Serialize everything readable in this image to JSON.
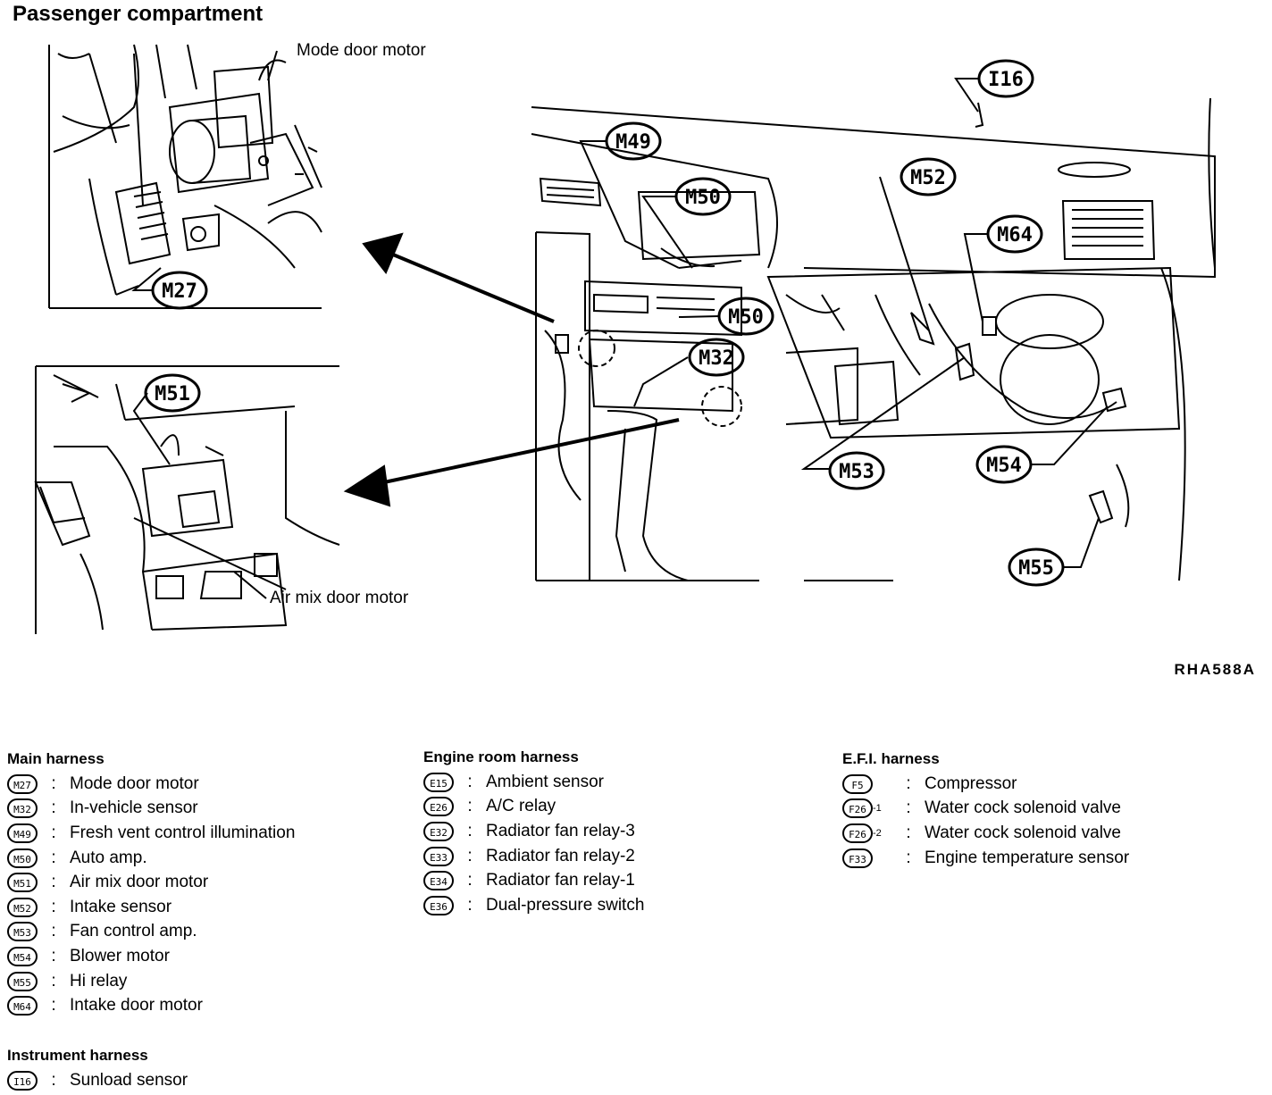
{
  "title": "Passenger compartment",
  "reference": "RHA588A",
  "callouts": {
    "mode_door_motor": "Mode door motor",
    "air_mix_door_motor": "Air mix door motor"
  },
  "connector_bubbles": [
    "I16",
    "M49",
    "M50",
    "M50",
    "M52",
    "M64",
    "M32",
    "M27",
    "M51",
    "M53",
    "M54",
    "M55"
  ],
  "legend": {
    "main": {
      "heading": "Main harness",
      "rows": [
        {
          "code": "M27",
          "desc": "Mode door motor"
        },
        {
          "code": "M32",
          "desc": "In-vehicle sensor"
        },
        {
          "code": "M49",
          "desc": "Fresh vent control illumination"
        },
        {
          "code": "M50",
          "desc": "Auto amp."
        },
        {
          "code": "M51",
          "desc": "Air mix door motor"
        },
        {
          "code": "M52",
          "desc": "Intake sensor"
        },
        {
          "code": "M53",
          "desc": "Fan control amp."
        },
        {
          "code": "M54",
          "desc": "Blower motor"
        },
        {
          "code": "M55",
          "desc": "Hi relay"
        },
        {
          "code": "M64",
          "desc": "Intake door motor"
        }
      ]
    },
    "instrument": {
      "heading": "Instrument harness",
      "rows": [
        {
          "code": "I16",
          "desc": "Sunload sensor"
        }
      ]
    },
    "engine": {
      "heading": "Engine room harness",
      "rows": [
        {
          "code": "E15",
          "desc": "Ambient sensor"
        },
        {
          "code": "E26",
          "desc": "A/C relay"
        },
        {
          "code": "E32",
          "desc": "Radiator fan relay-3"
        },
        {
          "code": "E33",
          "desc": "Radiator fan relay-2"
        },
        {
          "code": "E34",
          "desc": "Radiator fan relay-1"
        },
        {
          "code": "E36",
          "desc": "Dual-pressure switch"
        }
      ]
    },
    "efi": {
      "heading": "E.F.I. harness",
      "rows": [
        {
          "code": "F5",
          "suffix": "",
          "desc": "Compressor"
        },
        {
          "code": "F26",
          "suffix": "-1",
          "desc": "Water cock solenoid valve"
        },
        {
          "code": "F26",
          "suffix": "-2",
          "desc": "Water cock solenoid valve"
        },
        {
          "code": "F33",
          "suffix": "",
          "desc": "Engine temperature sensor"
        }
      ]
    }
  }
}
